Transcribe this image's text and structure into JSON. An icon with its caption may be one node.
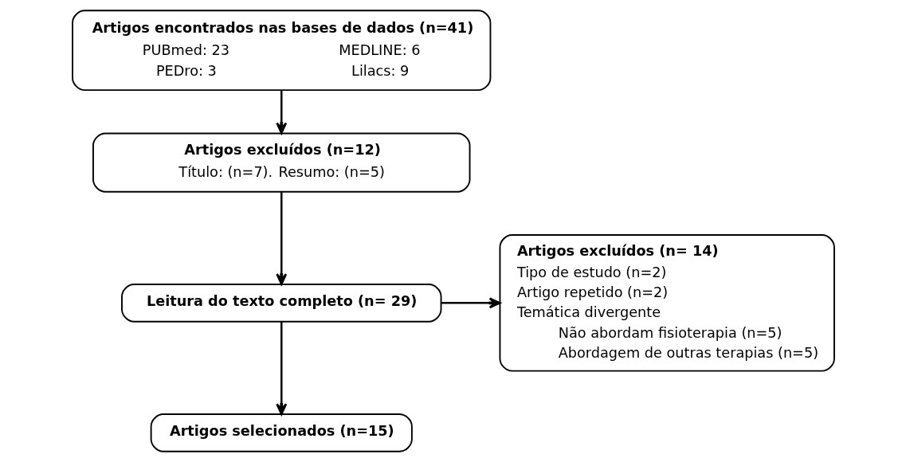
{
  "diagram": {
    "nodes": [
      {
        "text": [
          "Artigos encontrados nas bases de dados (n=41)",
          "PUBmed: 23",
          "MEDLINE: 6",
          "PEDro: 3",
          "Lilacs: 9"
        ]
      },
      {
        "text": [
          "Artigos excluídos (n=12)",
          "Título: (n=7).",
          "Resumo: (n=5)"
        ]
      },
      {
        "text": [
          "Leitura do texto completo (n= 29)"
        ]
      },
      {
        "text": [
          "Artigos excluídos (n= 14)",
          "Tipo de estudo (n=2)",
          "Artigo repetido (n=2)",
          "Temática divergente",
          "Não abordam fisioterapia (n=5)",
          "Abordagem de outras terapias (n=5)"
        ]
      },
      {
        "text": [
          "Artigos selecionados (n=15)"
        ]
      }
    ],
    "edges": [
      {
        "from": 0,
        "to": 1,
        "arrow": "to"
      },
      {
        "from": 1,
        "to": 2,
        "arrow": "to"
      },
      {
        "from": 2,
        "to": 3,
        "arrow": "to"
      },
      {
        "from": 2,
        "to": 4,
        "arrow": "to"
      }
    ]
  }
}
